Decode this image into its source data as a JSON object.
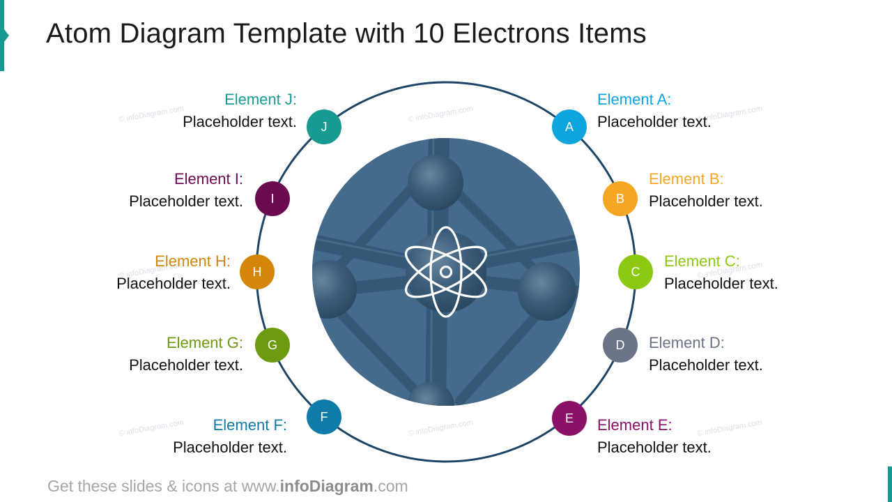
{
  "slide": {
    "title": "Atom Diagram Template with 10 Electrons Items",
    "accent_color": "#189a93",
    "ring_color": "#1c4466",
    "photo_tint": "#3d6483"
  },
  "center": {
    "icon": "atom-icon",
    "image": "atomium-structure-photo"
  },
  "elements": [
    {
      "letter": "A",
      "title": "Element A:",
      "text": "Placeholder text.",
      "color": "#0ea5df",
      "side": "right"
    },
    {
      "letter": "B",
      "title": "Element B:",
      "text": "Placeholder text.",
      "color": "#f5a623",
      "side": "right"
    },
    {
      "letter": "C",
      "title": "Element C:",
      "text": "Placeholder text.",
      "color": "#8cc811",
      "side": "right"
    },
    {
      "letter": "D",
      "title": "Element D:",
      "text": "Placeholder text.",
      "color": "#6b7486",
      "side": "right"
    },
    {
      "letter": "E",
      "title": "Element E:",
      "text": "Placeholder text.",
      "color": "#8a1068",
      "side": "right"
    },
    {
      "letter": "F",
      "title": "Element F:",
      "text": "Placeholder text.",
      "color": "#0f7ba8",
      "side": "left"
    },
    {
      "letter": "G",
      "title": "Element G:",
      "text": "Placeholder text.",
      "color": "#6c9a12",
      "side": "left"
    },
    {
      "letter": "H",
      "title": "Element H:",
      "text": "Placeholder text.",
      "color": "#d4860b",
      "side": "left"
    },
    {
      "letter": "I",
      "title": "Element I:",
      "text": "Placeholder text.",
      "color": "#6b0b4f",
      "side": "left"
    },
    {
      "letter": "J",
      "title": "Element J:",
      "text": "Placeholder text.",
      "color": "#189a93",
      "side": "left"
    }
  ],
  "watermark": "© infoDiagram.com",
  "footer": {
    "prefix": "Get these slides & icons at www.",
    "brand": "infoDiagram",
    "suffix": ".com"
  }
}
